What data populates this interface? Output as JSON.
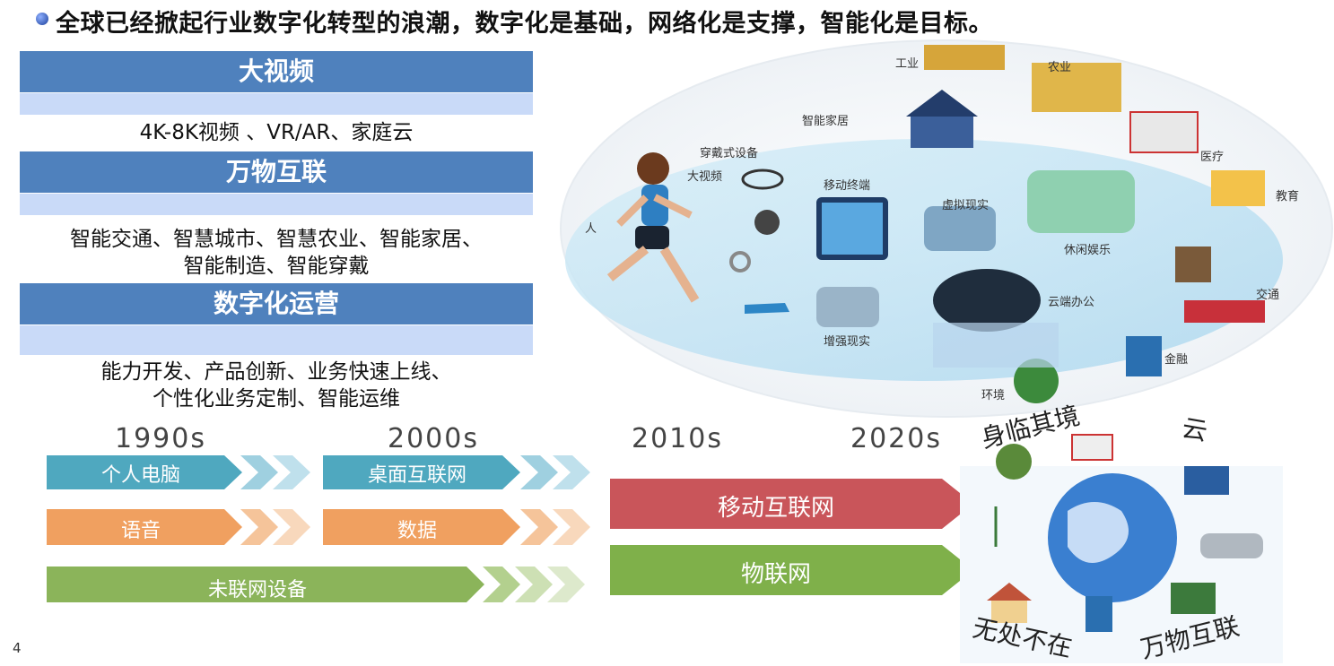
{
  "title": "全球已经掀起行业数字化转型的浪潮，数字化是基础，网络化是支撑，智能化是目标。",
  "sections": [
    {
      "heading": "大视频",
      "desc": [
        "4K-8K视频 、VR/AR、家庭云"
      ]
    },
    {
      "heading": "万物互联",
      "desc": [
        "智能交通、智慧城市、智慧农业、智能家居、",
        "智能制造、智能穿戴"
      ]
    },
    {
      "heading": "数字化运营",
      "desc": [
        "能力开发、产品创新、业务快速上线、",
        "个性化业务定制、智能运维"
      ]
    }
  ],
  "timeline": {
    "years": [
      "1990s",
      "2000s",
      "2010s",
      "2020s"
    ],
    "items": {
      "pc": "个人电脑",
      "desktop_internet": "桌面互联网",
      "voice": "语音",
      "data": "数据",
      "unconnected": "未联网设备",
      "mobile_internet": "移动互联网",
      "iot": "物联网"
    },
    "colors": {
      "teal": "#4fa8bf",
      "orange": "#f0a060",
      "green": "#8bb45a",
      "red": "#c9555a",
      "green2": "#7fb04a"
    }
  },
  "illustration": {
    "labels": {
      "industry": "工业",
      "agriculture": "农业",
      "smart_home": "智能家居",
      "wearable": "穿戴式设备",
      "big_video": "大视频",
      "person": "人",
      "mobile_terminal": "移动终端",
      "vr": "虚拟现实",
      "leisure": "休闲娱乐",
      "medical": "医疗",
      "education": "教育",
      "transport": "交通",
      "ar": "增强现实",
      "cloud_office": "云端办公",
      "finance": "金融",
      "environment": "环境"
    },
    "globe_words": {
      "immersive": "身临其境",
      "cloud": "云",
      "everywhere": "无处不在",
      "iot_all": "万物互联"
    }
  },
  "page_number": "4"
}
